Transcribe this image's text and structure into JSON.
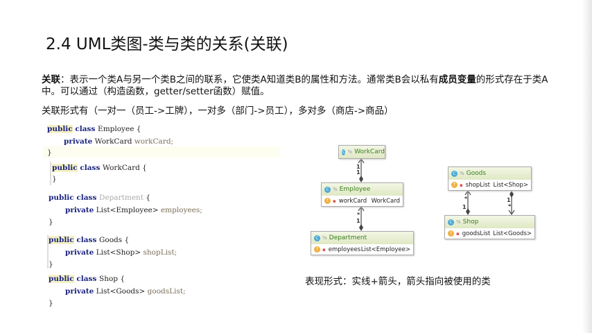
{
  "title": "2.4 UML类图-类与类的关系(关联)",
  "intro": {
    "bold1": "关联",
    "text1": "：表示一个类A与另一个类B之间的联系，它使类A知道类B的属性和方法。通常类B会以私有",
    "bold2": "成员变量",
    "text2": "的形式存在于类A中。可以通过（构造函数，getter/setter函数）赋值。"
  },
  "forms": "关联形式有（一对一（员工->工牌），一对多（部门->员工），多对多（商店->商品）",
  "code": {
    "kw_public": "public",
    "kw_class": " class ",
    "kw_private": "private",
    "employee": {
      "name": "Employee {",
      "field_type": " WorkCard ",
      "field": "workCard;",
      "close": "}"
    },
    "workcard": {
      "name": "WorkCard {",
      "close": "}"
    },
    "department": {
      "name": "Department",
      "brace": " {",
      "field_type": " List<Employee> ",
      "field": "employees;",
      "close": "}"
    },
    "goods": {
      "name": "Goods {",
      "field_type": " List<Shop> ",
      "field": "shopList;",
      "close": "}"
    },
    "shop": {
      "name": "Shop {",
      "field_type": " List<Goods> ",
      "field": "goodsList;",
      "close": "}"
    }
  },
  "uml": {
    "class_icon": "C",
    "field_icon": "f",
    "classes": [
      {
        "name": "WorkCard"
      },
      {
        "name": "Employee",
        "field": "workCard",
        "type": "WorkCard"
      },
      {
        "name": "Department",
        "field": "employees",
        "type": "List<Employee>"
      },
      {
        "name": "Goods",
        "field": "shopList",
        "type": "List<Shop>"
      },
      {
        "name": "Shop",
        "field": "goodsList",
        "type": "List<Goods>"
      }
    ],
    "multiplicity": {
      "one": "1",
      "many": "*"
    }
  },
  "caption": "表现形式：实线+箭头，箭头指向被使用的类"
}
